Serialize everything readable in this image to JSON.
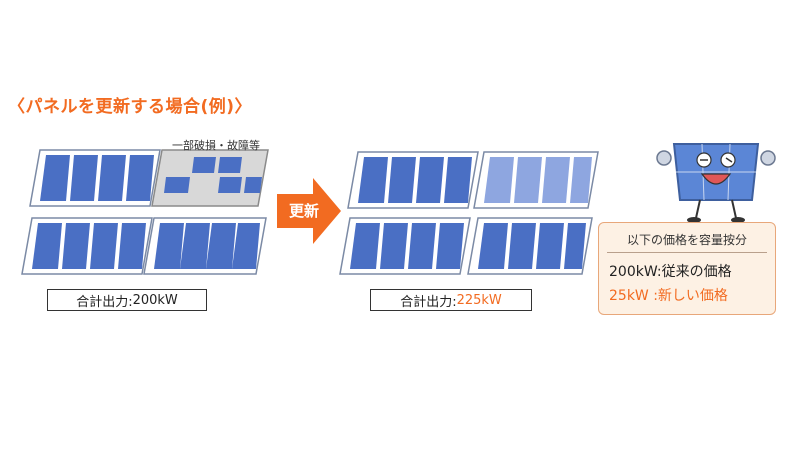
{
  "title": "〈パネルを更新する場合(例)〉",
  "damage_label": "一部破損・故障等",
  "before": {
    "total_label": "合計出力:",
    "total_value": "200kW"
  },
  "arrow": {
    "label": "更新"
  },
  "after": {
    "total_label": "合計出力:",
    "total_value": "225kW"
  },
  "price_box": {
    "heading": "以下の価格を容量按分",
    "old_line": "200kW:従来の価格",
    "new_line": "25kW :新しい価格"
  },
  "colors": {
    "accent": "#f26b21",
    "panel_cell": "#4a6fc4",
    "panel_cell_new": "#8ea6e0",
    "panel_frame": "#ffffff",
    "panel_border": "#7b8aa5",
    "box_fill": "#fdf1e4"
  }
}
